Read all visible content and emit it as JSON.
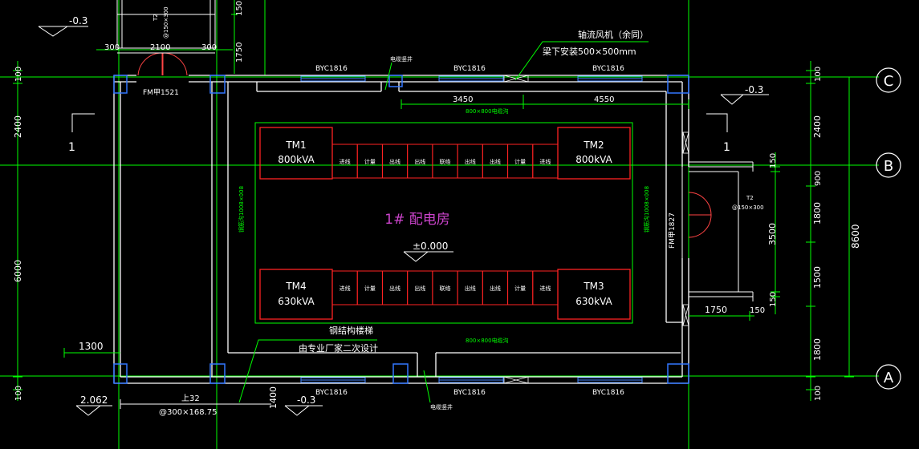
{
  "colors": {
    "background": "#000000",
    "wall": "#ffffff",
    "grid": "#00ff00",
    "dim": "#00ff00",
    "equipment": "#ff2222",
    "roomLabel": "#cc44cc",
    "window": "#4488ff",
    "column": "#3377ff",
    "axisBubble": "#ffffff",
    "annotation": "#ffffff",
    "door": "#ff4444"
  },
  "room": {
    "label": "1# 配电房",
    "elevation": "±0.000"
  },
  "axes": [
    "C",
    "B",
    "A"
  ],
  "section_marks": [
    "1",
    "1"
  ],
  "top_labels": {
    "door_size": "2100",
    "side_left": "300",
    "side_right": "300",
    "stair_label": "T2",
    "stair_note": "@150×300",
    "door_tag": "FM甲1521",
    "dim_150": "150",
    "dim_1750": "1750",
    "level_top": "-0.3"
  },
  "fan": {
    "title": "轴流风机（余同）",
    "note": "梁下安装500×500mm"
  },
  "windows": {
    "top": [
      "BYC1816",
      "BYC1816",
      "BYC1816"
    ],
    "bottom": [
      "BYC1816",
      "BYC1816",
      "BYC1816"
    ]
  },
  "top_dims": {
    "left": "3450",
    "right": "4550"
  },
  "shafts": {
    "top": "电缆竖井",
    "bottom": "电缆竖井"
  },
  "trench": {
    "top": "800×800电缆沟",
    "bottom": "800×800电缆沟",
    "left": "钢筋沟1008×008",
    "right": "钢筋沟1008×008"
  },
  "transformers": [
    {
      "id": "TM1",
      "rating": "800kVA"
    },
    {
      "id": "TM2",
      "rating": "800kVA"
    },
    {
      "id": "TM3",
      "rating": "630kVA"
    },
    {
      "id": "TM4",
      "rating": "630kVA"
    }
  ],
  "cabinets_top": [
    "进线",
    "计量",
    "出线",
    "出线",
    "联络",
    "出线",
    "出线",
    "计量",
    "进线"
  ],
  "cabinets_bottom": [
    "进线",
    "计量",
    "出线",
    "出线",
    "联络",
    "出线",
    "出线",
    "计量",
    "进线"
  ],
  "left_dims": [
    "100",
    "2400",
    "6000",
    "100"
  ],
  "right_dims_inner": [
    "100",
    "2400",
    "900",
    "1800",
    "1500",
    "1800",
    "100"
  ],
  "right_total": "8600",
  "east_door": {
    "tag": "FM甲1827",
    "stair_label": "T2",
    "stair_note": "@150×300",
    "dim_3500": "3500",
    "dim_150a": "150",
    "dim_150b": "150",
    "dim_1750": "1750"
  },
  "west_levels": {
    "left": "-0.3",
    "width": "1300"
  },
  "steel_stair": {
    "title": "钢结构楼梯",
    "note": "由专业厂家二次设计"
  },
  "bottom_labels": {
    "level_left": "2.062",
    "stair_code": "上32",
    "stair_note": "@300×168.75",
    "dim_1400": "1400",
    "level_bottom": "-0.3"
  }
}
